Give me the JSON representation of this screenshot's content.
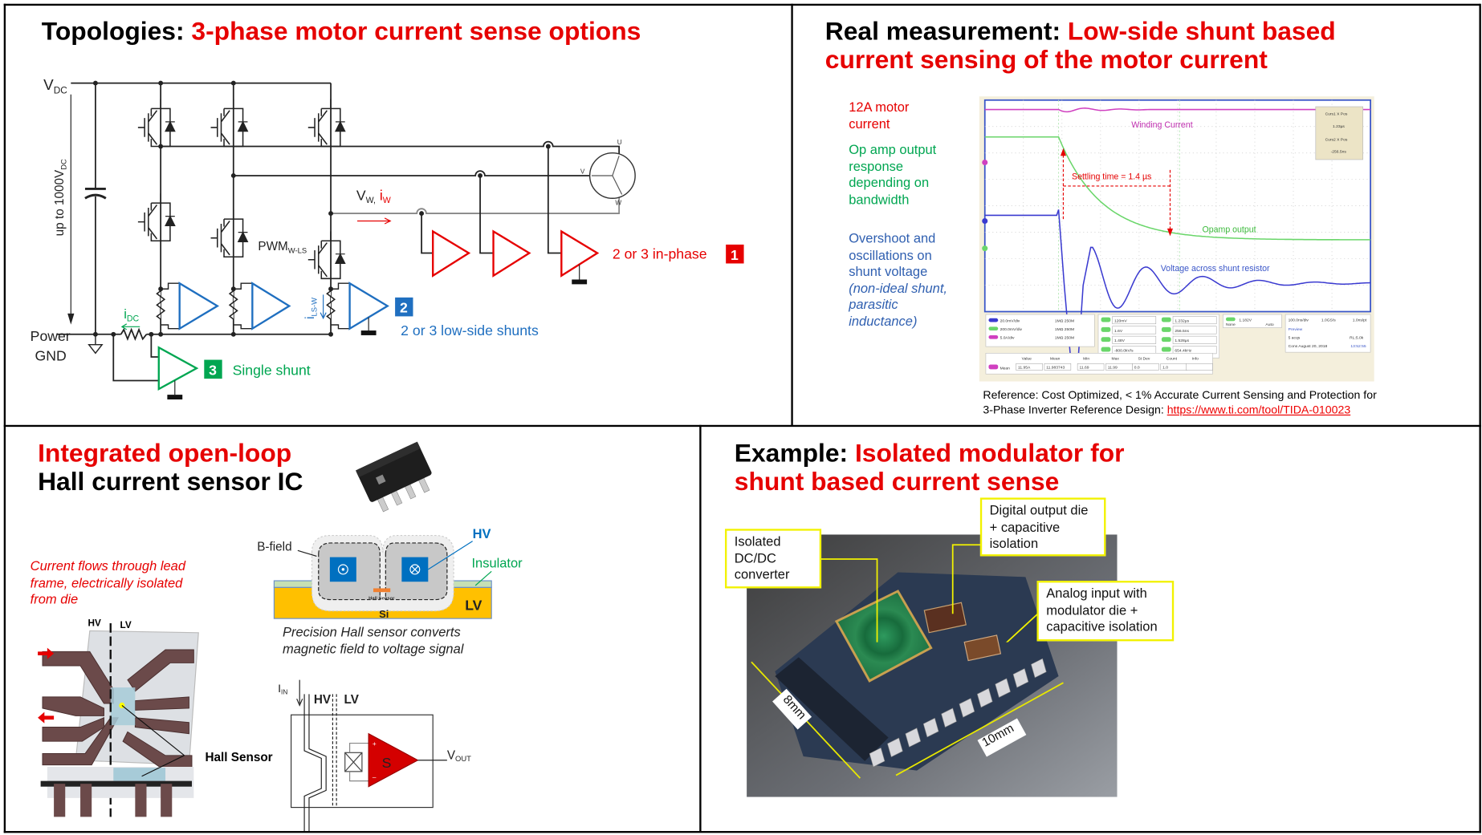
{
  "panels": {
    "topologies": {
      "title_prefix": "Topologies: ",
      "title_highlight": "3-phase motor current sense options",
      "labels": {
        "vdc": "V",
        "vdc_sub": "DC",
        "voltage_range": "up to 1000V",
        "voltage_range_sub": "DC",
        "power_gnd_1": "Power",
        "power_gnd_2": "GND",
        "pwm": "PWM",
        "pwm_sub": "W-LS",
        "vw": "V",
        "vw_sub": "W,",
        "iw": " i",
        "iw_sub": "W",
        "idc": "i",
        "idc_sub": "DC",
        "ils": "i",
        "ils_sub": "LS-W",
        "motor_u": "U",
        "motor_v": "V",
        "motor_w": "W"
      },
      "options": [
        {
          "badge": "1",
          "label": "2 or 3 in-phase",
          "color": "#e60000"
        },
        {
          "badge": "2",
          "label": "2 or 3 low-side shunts",
          "color": "#0070c0"
        },
        {
          "badge": "3",
          "label": "Single shunt",
          "color": "#00a651"
        }
      ]
    },
    "measurement": {
      "title_prefix": "Real measurement: ",
      "title_highlight_1": "Low-side shunt based",
      "title_highlight_2": "current sensing of the motor current",
      "notes": [
        {
          "text": "12A motor current",
          "color": "#e60000"
        },
        {
          "text": "Op amp output response depending on bandwidth",
          "color": "#00a651"
        },
        {
          "text": "Overshoot and oscillations on shunt voltage",
          "italic_text": "(non-ideal shunt, parasitic inductance)",
          "color": "#2f5fb0"
        }
      ],
      "scope": {
        "trace_labels": {
          "winding": "Winding Current",
          "settling": "Settling time = 1.4 µs",
          "opamp": "Opamp output",
          "shunt": "Voltage across shunt resistor"
        },
        "trace_colors": {
          "winding": "#d040c0",
          "opamp": "#6ad66a",
          "shunt": "#3a3ad0"
        },
        "cursor_box": [
          "Curs1 X Pos",
          "1.23µs",
          "Curs2 X Pos",
          "-256.5ns"
        ],
        "channels": [
          {
            "scale": "20.0mV/div",
            "imp": "1MΩ 250M"
          },
          {
            "scale": "200.0mV/div",
            "imp": "1MΩ 250M"
          },
          {
            "scale": "5.0A/div",
            "imp": "1MΩ 250M"
          }
        ],
        "cursor_readouts": [
          "120mV",
          "1.6V",
          "1.48V",
          "-800.0kV/s",
          "1.232µs",
          "256.5ns",
          "1.528µs",
          "654.4kHz"
        ],
        "trigger": {
          "level": "1.182V",
          "mode": "None",
          "auto": "Auto"
        },
        "timebase": {
          "scale": "100.0ns/div",
          "rate": "1.0GS/s",
          "res": "1.0ns/pt",
          "state": "Preview",
          "acqs": "5 acqs",
          "rl": "RL:5.0k",
          "date": "Cons August 20, 2018",
          "time": "13:52:55"
        },
        "measure_headers": [
          "Value",
          "Mean",
          "Min",
          "Max",
          "St Dev",
          "Count",
          "Info"
        ],
        "measure_row": {
          "name": "Mean",
          "values": [
            "11.95A",
            "11.983743",
            "11.69",
            "11.99",
            "0.0",
            "1.0",
            ""
          ]
        }
      },
      "reference_line1": "Reference: Cost Optimized, < 1% Accurate Current Sensing and Protection for",
      "reference_line2": "3-Phase Inverter Reference Design: ",
      "reference_link": "https://www.ti.com/tool/TIDA-010023"
    },
    "hall": {
      "title_line1": "Integrated open-loop",
      "title_line2": "Hall current sensor IC",
      "note": "Current flows through lead frame, electrically isolated from die",
      "hv": "HV",
      "lv": "LV",
      "hall_sensor": "Hall Sensor",
      "bfield": {
        "b_field": "B-field",
        "hv": "HV",
        "insulator": "Insulator",
        "lv": "LV",
        "si": "Si",
        "hall_sensor": "Hall Sensor"
      },
      "caption": "Precision Hall sensor converts magnetic field to voltage signal",
      "schematic": {
        "iin": "I",
        "iin_sub": "IN",
        "hv": "HV",
        "lv": "LV",
        "s": "S",
        "vout": "V",
        "vout_sub": "OUT",
        "plus": "+",
        "minus": "–"
      }
    },
    "modulator": {
      "title_prefix": "Example: ",
      "title_highlight_1": "Isolated modulator for",
      "title_highlight_2": "shunt based current sense",
      "callouts": [
        "Isolated DC/DC converter",
        "Digital output die + capacitive isolation",
        "Analog input with modulator die + capacitive isolation"
      ],
      "dims": {
        "width": "8mm",
        "length": "10mm"
      },
      "callout_border": "#f2f200"
    }
  }
}
